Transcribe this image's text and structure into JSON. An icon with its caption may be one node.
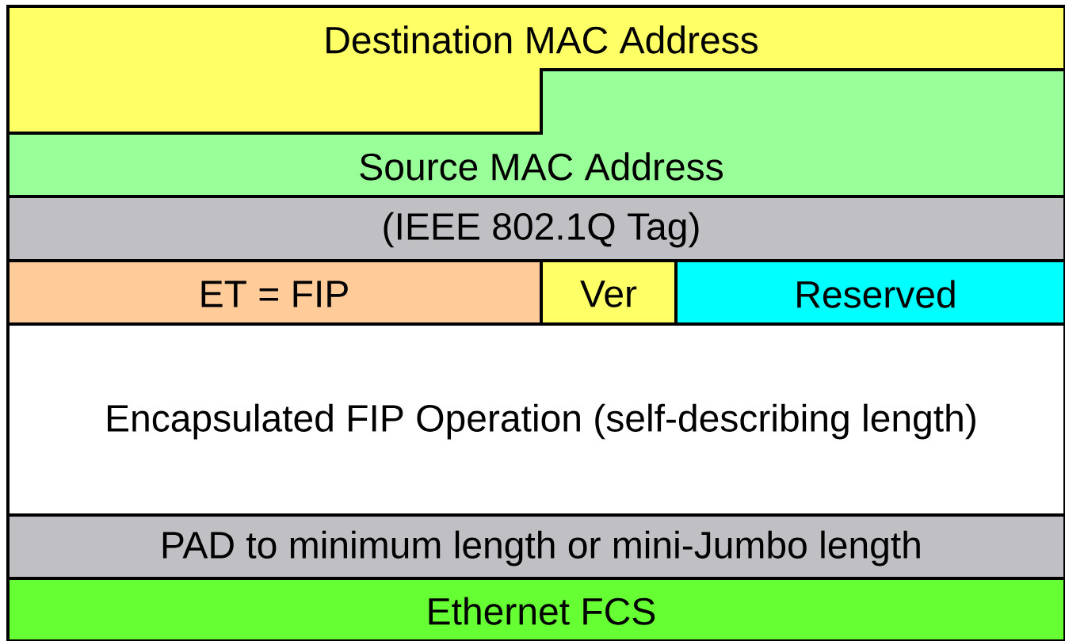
{
  "diagram": {
    "nodes": [
      {
        "text": [
          "Destination MAC Address"
        ]
      },
      {
        "text": [
          "Source MAC Address"
        ]
      },
      {
        "text": [
          "(IEEE 802.1Q Tag)"
        ]
      },
      {
        "text": [
          "ET = FIP"
        ]
      },
      {
        "text": [
          "Ver"
        ]
      },
      {
        "text": [
          "Reserved"
        ]
      },
      {
        "text": [
          "Encapsulated FIP Operation (self-describing length)"
        ]
      },
      {
        "text": [
          "PAD to minimum length or mini-Jumbo length"
        ]
      },
      {
        "text": [
          "Ethernet FCS"
        ]
      }
    ]
  }
}
